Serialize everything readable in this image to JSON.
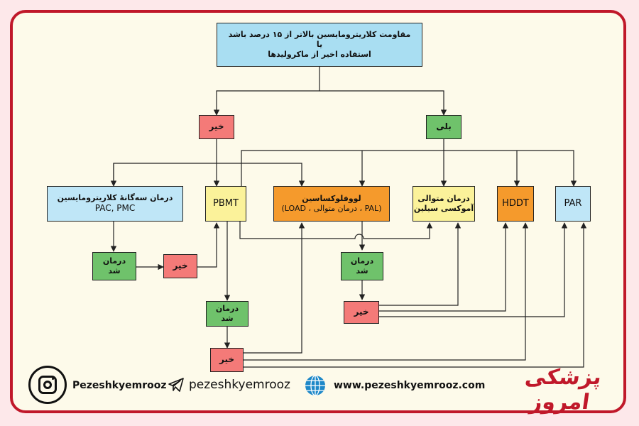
{
  "nodes": {
    "top": {
      "line1": "مقاومت کلاریترومایسین بالاتر از ۱۵ درصد باشد",
      "line2": "یا",
      "line3": "استفاده اخیر از ماکرولیدها"
    },
    "no_top": "خیر",
    "yes_top": "بلی",
    "triple": {
      "line1": "درمان سه‌گانهٔ کلاریترومایسین",
      "line2": "PAC, PMC"
    },
    "pbmt": "PBMT",
    "levo": {
      "line1": "لووفلوکساسین",
      "line2": "(PAL  ،  درمان متوالی ، LOAD)"
    },
    "sequential": {
      "line1": "درمان متوالی",
      "line2": "آموکسی سیلین"
    },
    "hddt": "HDDT",
    "par": "PAR",
    "cured_left": {
      "line1": "درمان",
      "line2": "شد"
    },
    "no_left": "خیر",
    "cured_mid": {
      "line1": "درمان",
      "line2": "شد"
    },
    "no_mid": "خیر",
    "cured_center": {
      "line1": "درمان",
      "line2": "شد"
    },
    "no_bottom": "خیر"
  },
  "footer": {
    "instagram": "Pezeshkyemrooz",
    "telegram": "pezeshkyemrooz",
    "website": "www.pezeshkyemrooz.com",
    "logo": "پزشکی امروز"
  },
  "icons": {
    "instagram": "instagram-icon",
    "telegram": "telegram-icon",
    "web": "globe-icon"
  },
  "colors": {
    "frame": "#c0182a",
    "blue": "#a9def2",
    "yellow": "#fbf29a",
    "orange": "#f59a2c",
    "green": "#6fc26b",
    "red": "#f47a78"
  }
}
